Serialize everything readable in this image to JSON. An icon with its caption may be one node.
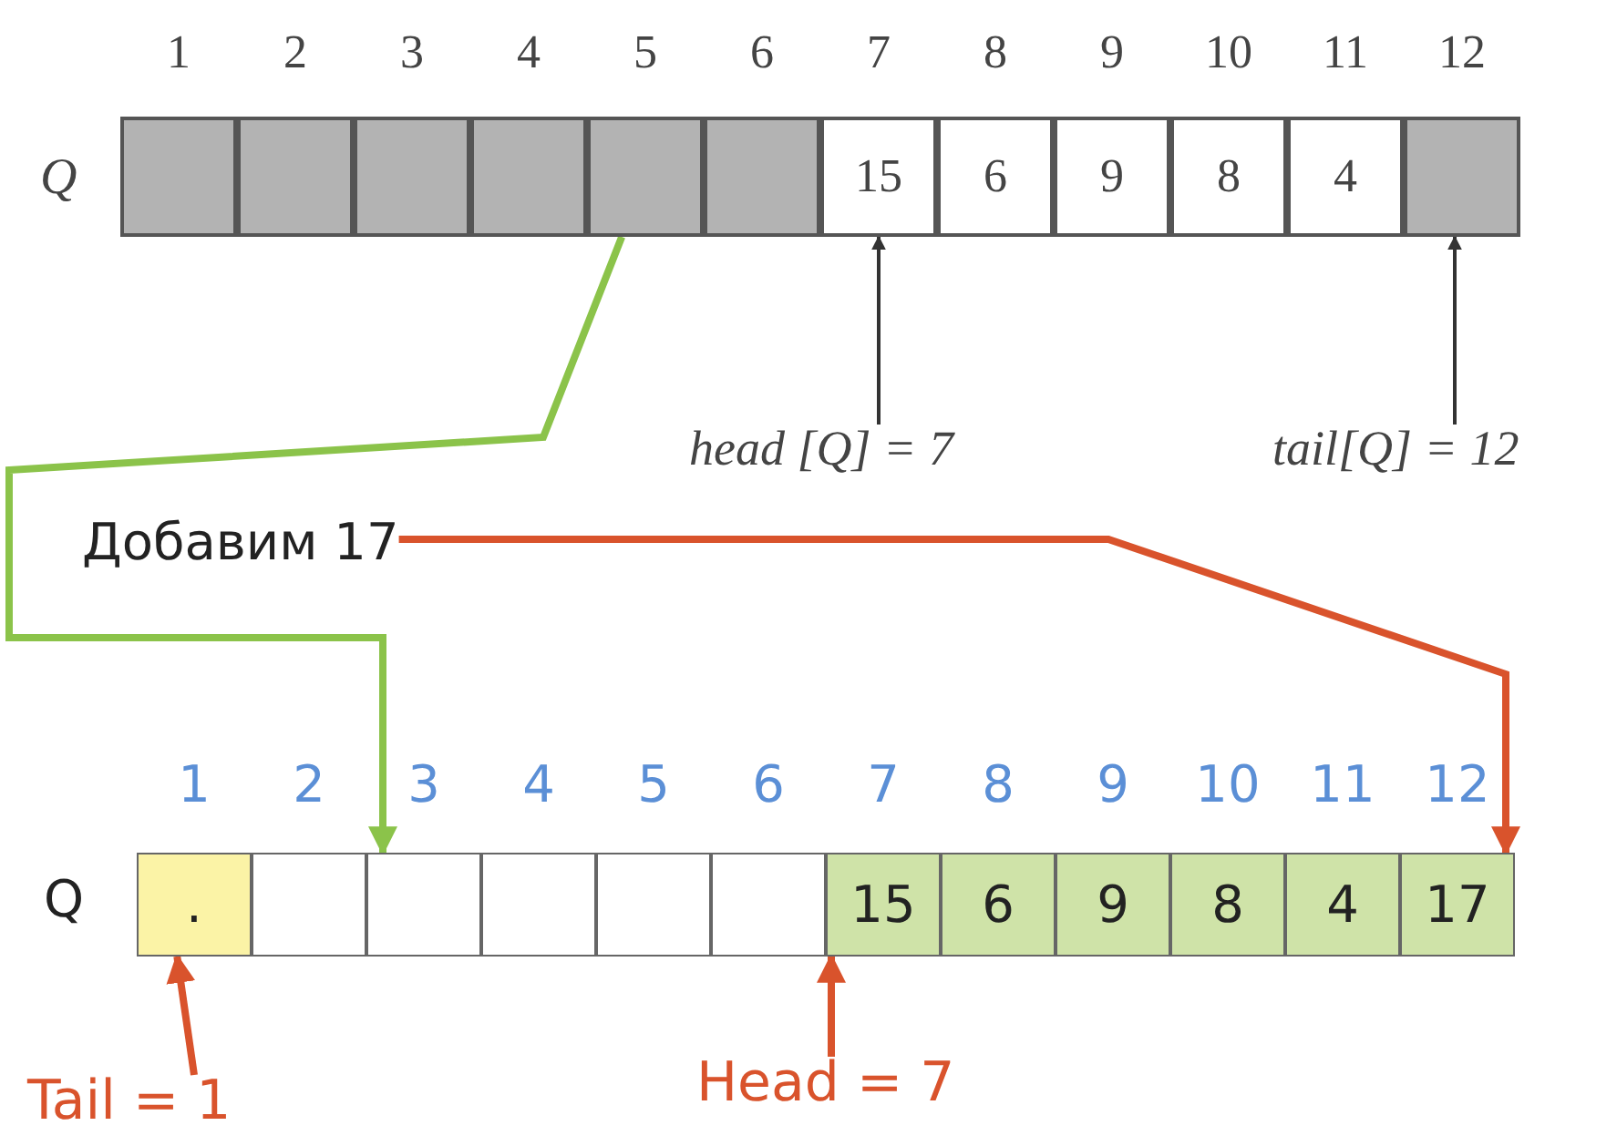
{
  "diagram": {
    "nodes": [
      {
        "text": [],
        "shape": "box"
      },
      {
        "text": [],
        "shape": "box"
      },
      {
        "text": [],
        "shape": "box"
      },
      {
        "text": [],
        "shape": "box"
      },
      {
        "text": [],
        "shape": "box"
      },
      {
        "text": [],
        "shape": "box"
      },
      {
        "text": [
          "15"
        ]
      },
      {
        "text": [
          "6"
        ]
      },
      {
        "text": [
          "9"
        ]
      },
      {
        "text": [
          "8"
        ]
      },
      {
        "text": [
          "4"
        ]
      },
      {
        "text": [],
        "shape": "box"
      },
      {
        "text": [
          "."
        ]
      },
      {
        "text": [],
        "shape": "box"
      },
      {
        "text": [],
        "shape": "box"
      },
      {
        "text": [],
        "shape": "box"
      },
      {
        "text": [],
        "shape": "box"
      },
      {
        "text": [],
        "shape": "box"
      },
      {
        "text": [
          "15"
        ]
      },
      {
        "text": [
          "6"
        ]
      },
      {
        "text": [
          "9"
        ]
      },
      {
        "text": [
          "8"
        ]
      },
      {
        "text": [
          "4"
        ]
      },
      {
        "text": [
          "17"
        ]
      },
      {
        "text": [
          "head [Q] = 7"
        ]
      },
      {
        "text": [
          "tail[Q] = 12"
        ]
      },
      {
        "text": [
          "Добавим 17"
        ]
      },
      {
        "text": [
          "Tail = 1"
        ]
      },
      {
        "text": [
          "Head = 7"
        ]
      }
    ],
    "edges": [
      {
        "from": 24,
        "to": 6,
        "arrow": "to",
        "color": "#333333"
      },
      {
        "from": 25,
        "to": 11,
        "arrow": "to",
        "color": "#333333"
      },
      {
        "from": 4,
        "to": 14,
        "arrow": "to",
        "color": "#8bc34a"
      },
      {
        "from": 26,
        "to": 23,
        "arrow": "to",
        "color": "#d9532c"
      },
      {
        "from": 27,
        "to": 12,
        "arrow": "to",
        "color": "#d9532c"
      },
      {
        "from": 28,
        "to": 18,
        "arrow": "to",
        "color": "#d9532c"
      }
    ],
    "labels": [
      "1",
      "2",
      "3",
      "4",
      "5",
      "6",
      "7",
      "8",
      "9",
      "10",
      "11",
      "12",
      "Q",
      "1",
      "2",
      "3",
      "4",
      "5",
      "6",
      "7",
      "8",
      "9",
      "10",
      "11",
      "12",
      "Q"
    ]
  }
}
